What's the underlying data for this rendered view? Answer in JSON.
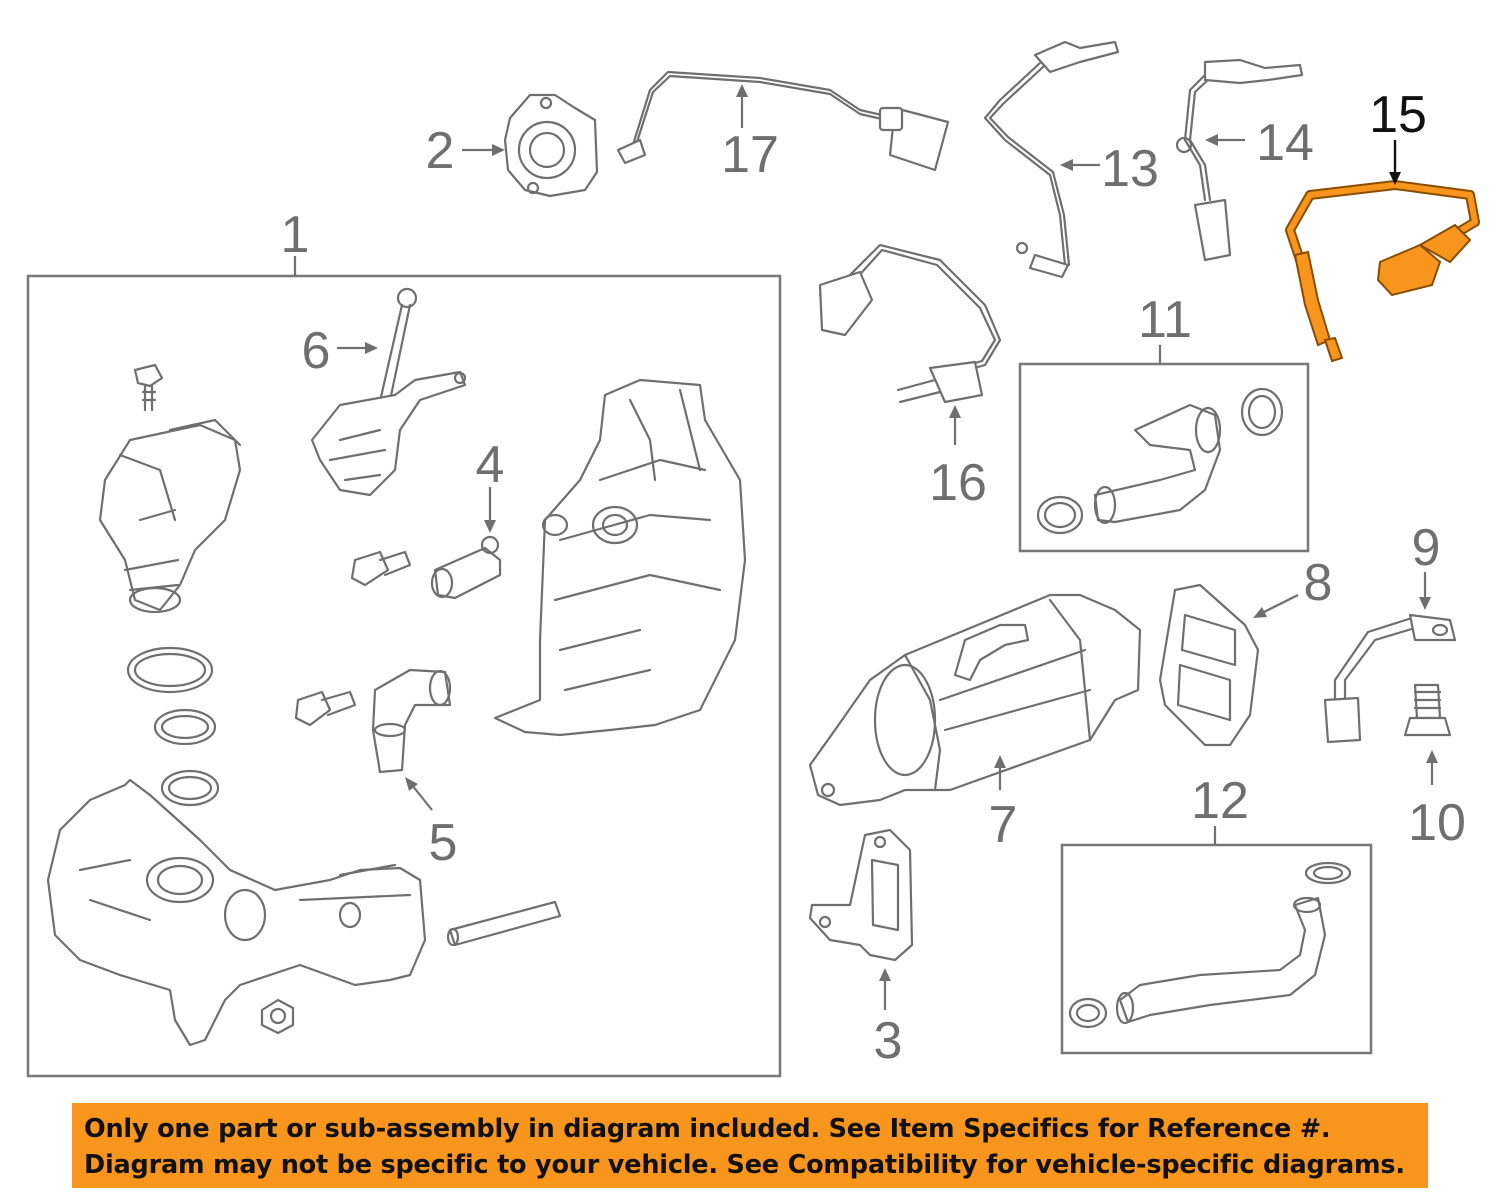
{
  "callouts": {
    "c1": "1",
    "c2": "2",
    "c3": "3",
    "c4": "4",
    "c5": "5",
    "c6": "6",
    "c7": "7",
    "c8": "8",
    "c9": "9",
    "c10": "10",
    "c11": "11",
    "c12": "12",
    "c13": "13",
    "c14": "14",
    "c15": "15",
    "c16": "16",
    "c17": "17"
  },
  "highlighted_part": "15",
  "colors": {
    "highlight": "#f7951d",
    "highlight_outline": "#8a4d00",
    "line_art": "#6f6f6f",
    "banner": "#f7951d"
  },
  "banner": {
    "line1": "Only one part or sub-assembly in diagram included. See Item Specifics for Reference #.",
    "line2": "Diagram may not be specific to your vehicle. See Compatibility for vehicle-specific diagrams."
  }
}
